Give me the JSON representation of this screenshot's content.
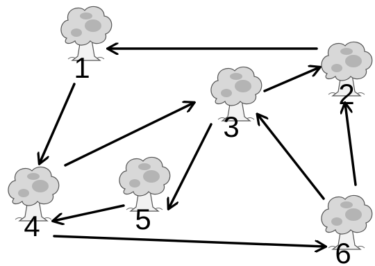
{
  "nodes": [
    {
      "id": "1",
      "label": "1",
      "icon": "tree-icon"
    },
    {
      "id": "2",
      "label": "2",
      "icon": "tree-icon"
    },
    {
      "id": "3",
      "label": "3",
      "icon": "tree-icon"
    },
    {
      "id": "4",
      "label": "4",
      "icon": "tree-icon"
    },
    {
      "id": "5",
      "label": "5",
      "icon": "tree-icon"
    },
    {
      "id": "6",
      "label": "6",
      "icon": "tree-icon"
    }
  ],
  "edges": [
    {
      "from": "2",
      "to": "1"
    },
    {
      "from": "1",
      "to": "4"
    },
    {
      "from": "4",
      "to": "3"
    },
    {
      "from": "3",
      "to": "2"
    },
    {
      "from": "3",
      "to": "5"
    },
    {
      "from": "5",
      "to": "4"
    },
    {
      "from": "4",
      "to": "6"
    },
    {
      "from": "6",
      "to": "3"
    },
    {
      "from": "6",
      "to": "2"
    }
  ],
  "colors": {
    "line": "#000000",
    "tree_canopy": "#d8d8d8",
    "tree_outline": "#555555"
  }
}
